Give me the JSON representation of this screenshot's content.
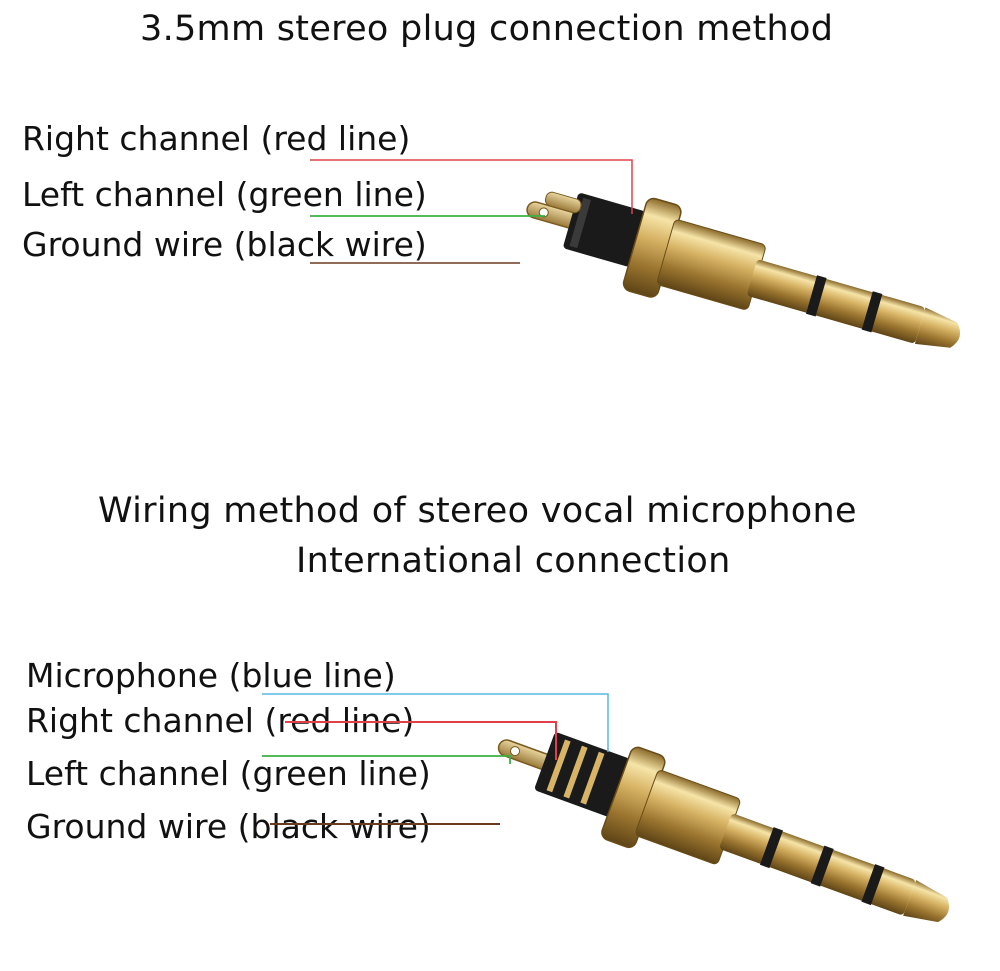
{
  "top": {
    "title": "3.5mm stereo plug connection method",
    "labels": {
      "right": "Right channel (red line)",
      "left": "Left channel (green line)",
      "ground": "Ground wire (black wire)"
    }
  },
  "bottom": {
    "title_line1": "Wiring method of stereo vocal microphone",
    "title_line2": "International connection",
    "labels": {
      "mic": "Microphone (blue line)",
      "right": "Right channel (red line)",
      "left": "Left channel (green line)",
      "ground": "Ground wire (black wire)"
    }
  },
  "colors": {
    "red": "#e0404a",
    "green": "#3cb043",
    "brown": "#6b3a22",
    "blue": "#58b8e0",
    "gold_light": "#f3dc9a",
    "gold": "#c9a04a",
    "gold_dark": "#7a5a1e",
    "insulator": "#1a1a1a"
  }
}
